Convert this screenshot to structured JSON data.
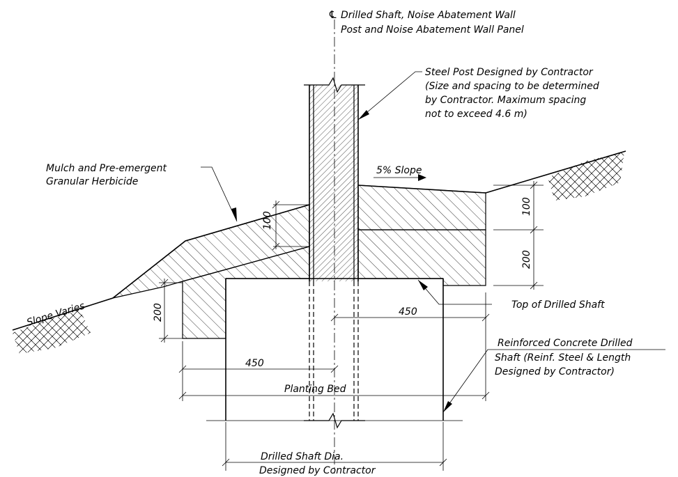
{
  "labels": {
    "centerline_symbol": "℄",
    "centerline_line1": "Drilled Shaft, Noise Abatement Wall",
    "centerline_line2": "Post and Noise Abatement Wall Panel",
    "steel_post_line1": "Steel Post Designed by Contractor",
    "steel_post_line2": "(Size and spacing to be determined",
    "steel_post_line3": "by Contractor. Maximum spacing",
    "steel_post_line4": "not to exceed 4.6 m)",
    "mulch_line1": "Mulch and Pre-emergent",
    "mulch_line2": "Granular Herbicide",
    "slope_pct": "5% Slope",
    "slope_varies": "Slope Varies",
    "top_of_shaft": "Top of Drilled Shaft",
    "reinforced_line1": "Reinforced Concrete Drilled",
    "reinforced_line2": "Shaft (Reinf. Steel & Length",
    "reinforced_line3": "Designed by Contractor)",
    "planting_bed": "Planting Bed",
    "shaft_dia_line1": "Drilled Shaft Dia.",
    "shaft_dia_line2": "Designed by Contractor"
  },
  "dimensions": {
    "left_mulch_depth": "100",
    "right_top_depth": "100",
    "right_lower_depth": "200",
    "left_lower_depth": "200",
    "right_offset": "450",
    "left_offset": "450"
  }
}
